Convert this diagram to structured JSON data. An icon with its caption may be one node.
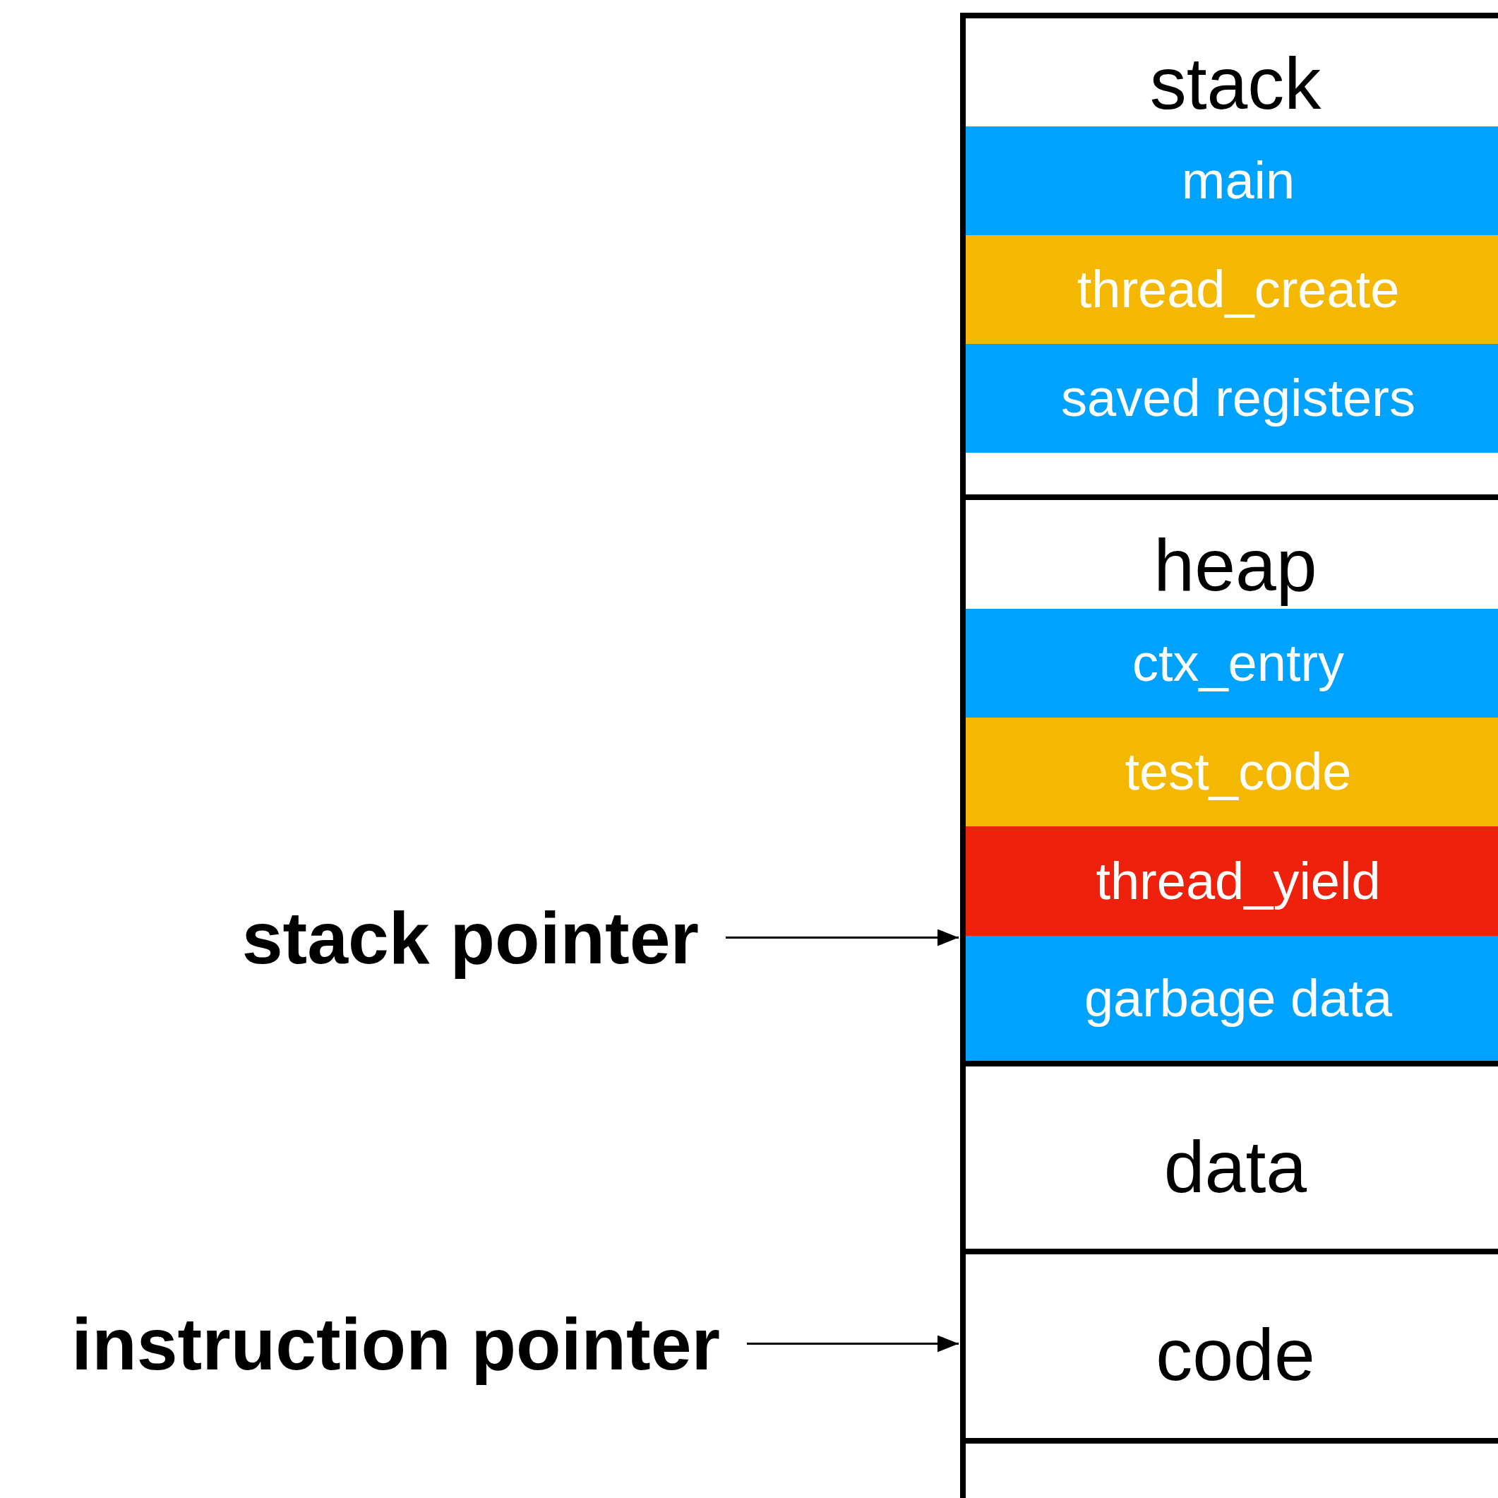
{
  "diagram": {
    "nodes": [
      {
        "text": [
          "stack"
        ]
      },
      {
        "text": [
          "main"
        ],
        "in": 0
      },
      {
        "text": [
          "thread_create"
        ],
        "in": 0
      },
      {
        "text": [
          "saved registers"
        ],
        "in": 0
      },
      {
        "text": [
          "heap"
        ]
      },
      {
        "text": [
          "ctx_entry"
        ],
        "in": 4
      },
      {
        "text": [
          "test_code"
        ],
        "in": 4
      },
      {
        "text": [
          "thread_yield"
        ],
        "in": 4
      },
      {
        "text": [
          "garbage data"
        ],
        "in": 4
      },
      {
        "text": [
          "data"
        ]
      },
      {
        "text": [
          "code"
        ]
      },
      {
        "text": [],
        "shape": "box"
      },
      {
        "text": [
          "stack pointer"
        ]
      },
      {
        "text": [
          "instruction pointer"
        ]
      }
    ],
    "edges": [
      {
        "from": 12,
        "to": 4,
        "arrow": "to"
      },
      {
        "from": 13,
        "to": 10,
        "arrow": "to"
      }
    ]
  }
}
